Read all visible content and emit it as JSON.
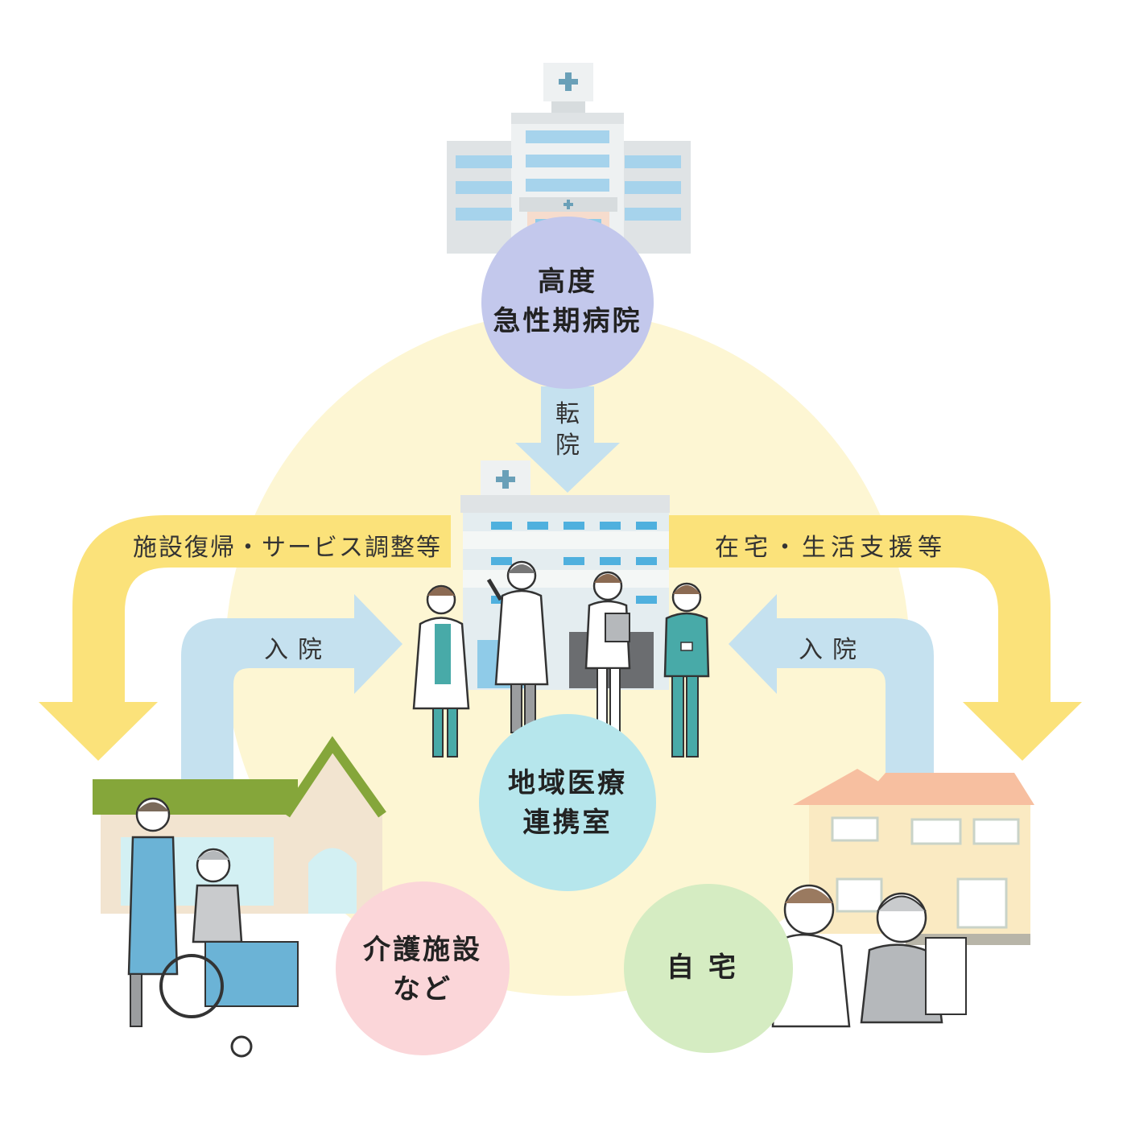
{
  "nodes": {
    "acute_hospital": {
      "line1": "高度",
      "line2": "急性期病院",
      "color": "#c3c8ec"
    },
    "regional_office": {
      "line1": "地域医療",
      "line2": "連携室",
      "color": "#b6e6ec"
    },
    "care_facility": {
      "line1": "介護施設",
      "line2": "など",
      "color": "#fbd6d9"
    },
    "home": {
      "line1": "自宅",
      "color": "#d5ecc2"
    }
  },
  "arrows": {
    "transfer": {
      "line1": "転",
      "line2": "院"
    },
    "left_top": "施設復帰・サービス調整等",
    "right_top": "在宅・生活支援等",
    "left_admit": "入院",
    "right_admit": "入院"
  },
  "colors": {
    "background_circle": "#fdf6d3",
    "yellow_arrow": "#fbe27a",
    "blue_arrow": "#c5e1ef"
  }
}
